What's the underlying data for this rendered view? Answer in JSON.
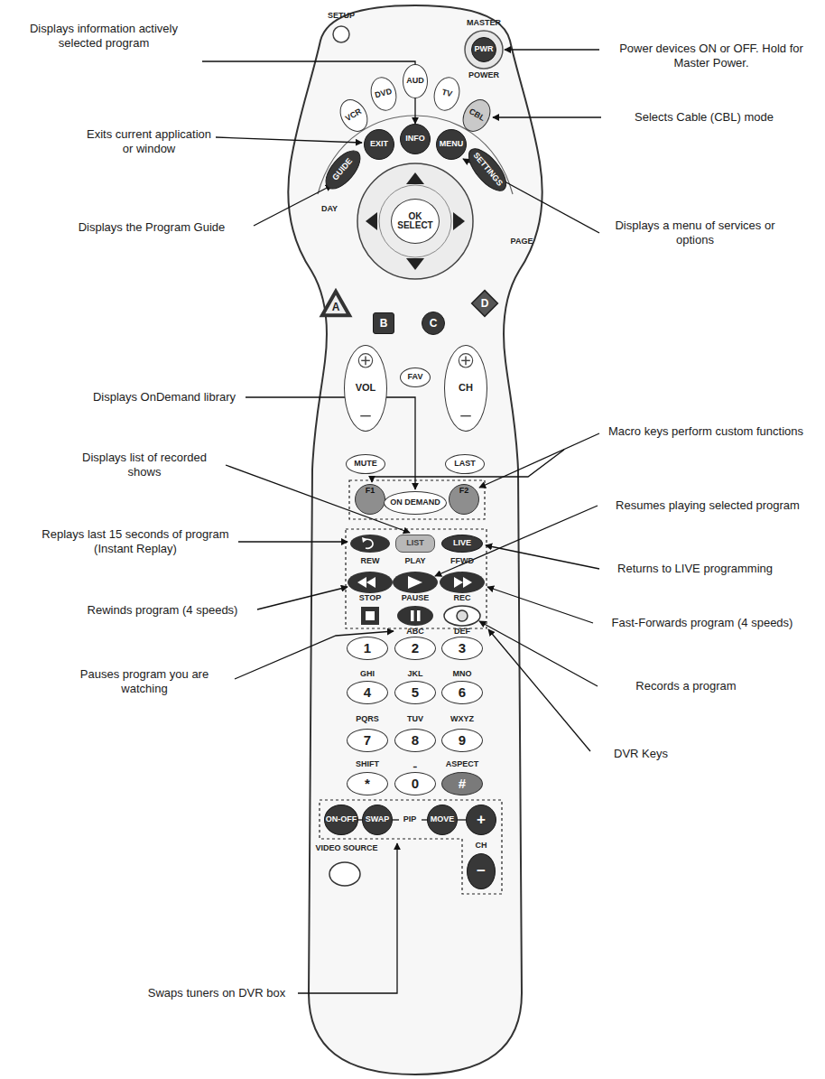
{
  "diagram": {
    "nodes": [
      {
        "text": [
          "PWR"
        ]
      },
      {
        "text": [
          "VCR"
        ]
      },
      {
        "text": [
          "DVD"
        ]
      },
      {
        "text": [
          "AUD"
        ]
      },
      {
        "text": [
          "TV"
        ]
      },
      {
        "text": [
          "CBL"
        ]
      },
      {
        "text": [
          "GUIDE"
        ]
      },
      {
        "text": [
          "EXIT"
        ]
      },
      {
        "text": [
          "INFO"
        ]
      },
      {
        "text": [
          "MENU"
        ]
      },
      {
        "text": [
          "SETTINGS"
        ]
      },
      {
        "text": [
          "OK SELECT"
        ]
      },
      {
        "text": [
          "A"
        ]
      },
      {
        "text": [
          "B"
        ]
      },
      {
        "text": [
          "C"
        ]
      },
      {
        "text": [
          "D"
        ]
      },
      {
        "text": [
          "VOL"
        ]
      },
      {
        "text": [
          "FAV"
        ]
      },
      {
        "text": [
          "CH"
        ]
      },
      {
        "text": [
          "MUTE"
        ]
      },
      {
        "text": [
          "LAST"
        ]
      },
      {
        "text": [
          "F1"
        ]
      },
      {
        "text": [
          "ON DEMAND"
        ]
      },
      {
        "text": [
          "F2"
        ]
      },
      {
        "text": [
          "LIST"
        ]
      },
      {
        "text": [
          "LIVE"
        ]
      },
      {
        "text": [
          "1"
        ]
      },
      {
        "text": [
          "2"
        ]
      },
      {
        "text": [
          "3"
        ]
      },
      {
        "text": [
          "4"
        ]
      },
      {
        "text": [
          "5"
        ]
      },
      {
        "text": [
          "6"
        ]
      },
      {
        "text": [
          "7"
        ]
      },
      {
        "text": [
          "8"
        ]
      },
      {
        "text": [
          "9"
        ]
      },
      {
        "text": [
          "*"
        ]
      },
      {
        "text": [
          "0"
        ]
      },
      {
        "text": [
          "#"
        ]
      },
      {
        "text": [
          "ON-OFF"
        ]
      },
      {
        "text": [
          "SWAP"
        ]
      },
      {
        "text": [
          "MOVE"
        ]
      },
      {
        "text": [
          "+"
        ]
      },
      {
        "text": [
          "−"
        ]
      }
    ],
    "labels": [
      "SETUP",
      "MASTER",
      "POWER",
      "Displays information actively selected program",
      "Power devices ON or OFF. Hold for Master Power.",
      "Selects Cable (CBL) mode",
      "Exits current application or window",
      "Displays a menu of services or options",
      "Displays the Program Guide",
      "DAY",
      "PAGE",
      "Displays OnDemand library",
      "Macro keys perform custom functions",
      "Displays list of recorded shows",
      "Resumes playing selected program",
      "Replays last 15 seconds of program (Instant Replay)",
      "Returns to LIVE programming",
      "REW",
      "PLAY",
      "FFWD",
      "Rewinds program (4 speeds)",
      "Fast-Forwards program (4 speeds)",
      "STOP",
      "PAUSE",
      "REC",
      "ABC",
      "DEF",
      "Pauses program you are watching",
      "Records a program",
      "GHI",
      "JKL",
      "MNO",
      "DVR Keys",
      "PQRS",
      "TUV",
      "WXYZ",
      "SHIFT",
      "⎵",
      "ASPECT",
      "PIP",
      "VIDEO SOURCE",
      "CH",
      "Swaps tuners on DVR box"
    ]
  }
}
